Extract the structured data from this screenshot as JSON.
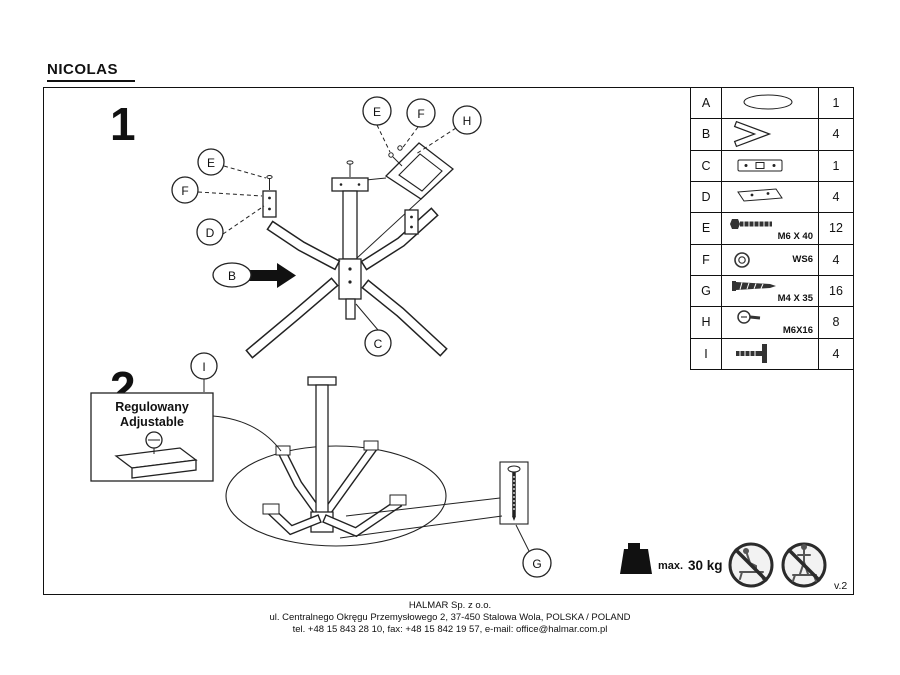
{
  "header": {
    "title": "NICOLAS"
  },
  "steps": {
    "one": "1",
    "two": "2"
  },
  "callouts": {
    "e1": "E",
    "f1": "F",
    "d": "D",
    "b": "B",
    "e2": "E",
    "f2": "F",
    "h": "H",
    "c": "C",
    "i": "I",
    "g": "G"
  },
  "adjustable": {
    "line1": "Regulowany",
    "line2": "Adjustable"
  },
  "load": {
    "label": "max.",
    "value": "30 kg"
  },
  "version": "v.2",
  "parts": {
    "rows": [
      {
        "letter": "A",
        "label": "",
        "qty": "1",
        "icon": "tabletop-icon"
      },
      {
        "letter": "B",
        "label": "",
        "qty": "4",
        "icon": "leg-icon"
      },
      {
        "letter": "C",
        "label": "",
        "qty": "1",
        "icon": "bracket-icon"
      },
      {
        "letter": "D",
        "label": "",
        "qty": "4",
        "icon": "plate-icon"
      },
      {
        "letter": "E",
        "label": "M6 X 40",
        "qty": "12",
        "icon": "bolt-icon"
      },
      {
        "letter": "F",
        "label": "WS6",
        "qty": "4",
        "icon": "washer-icon"
      },
      {
        "letter": "G",
        "label": "M4 X 35",
        "qty": "16",
        "icon": "screw-icon"
      },
      {
        "letter": "H",
        "label": "M6X16",
        "qty": "8",
        "icon": "small-bolt-icon"
      },
      {
        "letter": "I",
        "label": "",
        "qty": "4",
        "icon": "foot-bolt-icon"
      }
    ]
  },
  "footer": {
    "company": "HALMAR Sp. z o.o.",
    "address": "ul. Centralnego Okręgu Przemysłowego 2, 37-450 Stalowa Wola, POLSKA / POLAND",
    "contact": "tel. +48 15 843 28 10, fax: +48 15 842 19 57, e-mail: office@halmar.com.pl"
  }
}
